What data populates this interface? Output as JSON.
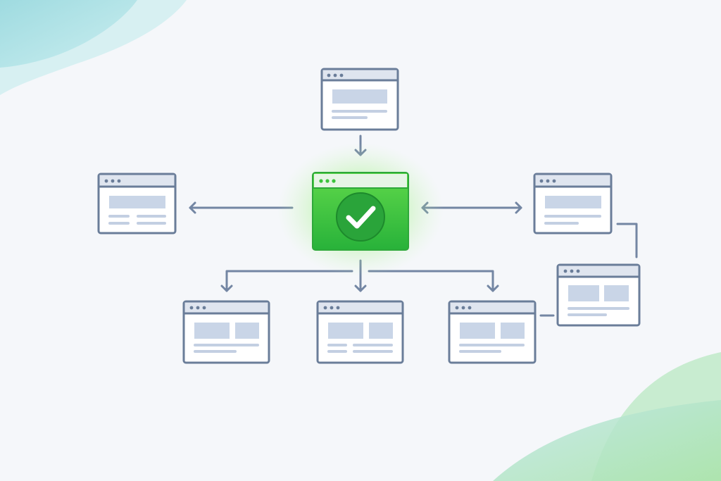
{
  "diagram": {
    "hub": {
      "name": "central-success-window",
      "status_icon": "checkmark-icon",
      "accent": "#3cc43c"
    },
    "nodes": [
      "window-top",
      "window-left",
      "window-right",
      "window-bottom-left",
      "window-bottom-center",
      "window-bottom-right",
      "window-far-right"
    ],
    "colors": {
      "background": "#f5f7fa",
      "outline": "#6a7d99",
      "placeholder": "#c9d5e7",
      "success": "#3cc43c",
      "decor_teal": "#a6dfe3",
      "decor_green": "#bfe9c0"
    }
  }
}
